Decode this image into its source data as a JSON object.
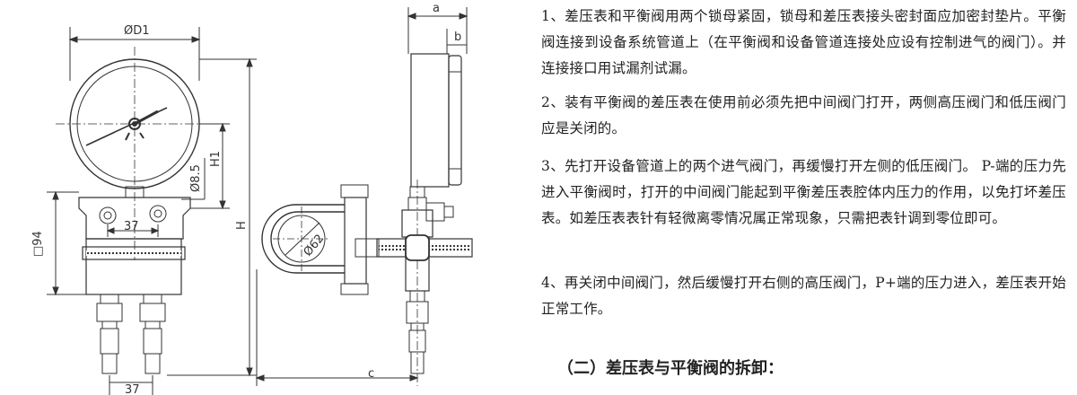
{
  "drawing": {
    "labels": {
      "d1": "ØD1",
      "a": "a",
      "b": "b",
      "c": "c",
      "h": "H",
      "h1": "H1",
      "d85": "Ø8.5",
      "d62": "Ø62",
      "d94": "□94",
      "w37_upper": "37",
      "w37_lower": "37"
    }
  },
  "instructions": {
    "paragraphs": [
      "1、差压表和平衡阀用两个锁母紧固，锁母和差压表接头密封面应加密封垫片。平衡阀连接到设备系统管道上（在平衡阀和设备管道连接处应设有控制进气的阀门）。并连接接口用试漏剂试漏。",
      "2、装有平衡阀的差压表在使用前必须先把中间阀门打开，两侧高压阀门和低压阀门应是关闭的。",
      "3、先打开设备管道上的两个进气阀门，再缓慢打开左侧的低压阀门。 P-端的压力先进入平衡阀时，打开的中间阀门能起到平衡差压表腔体内压力的作用，以免打坏差压表。如差压表表针有轻微离零情况属正常现象，只需把表针调到零位即可。",
      "4、再关闭中间阀门，然后缓慢打开右侧的高压阀门，P+端的压力进入，差压表开始正常工作。"
    ],
    "section_heading": "（二）差压表与平衡阀的拆卸："
  }
}
